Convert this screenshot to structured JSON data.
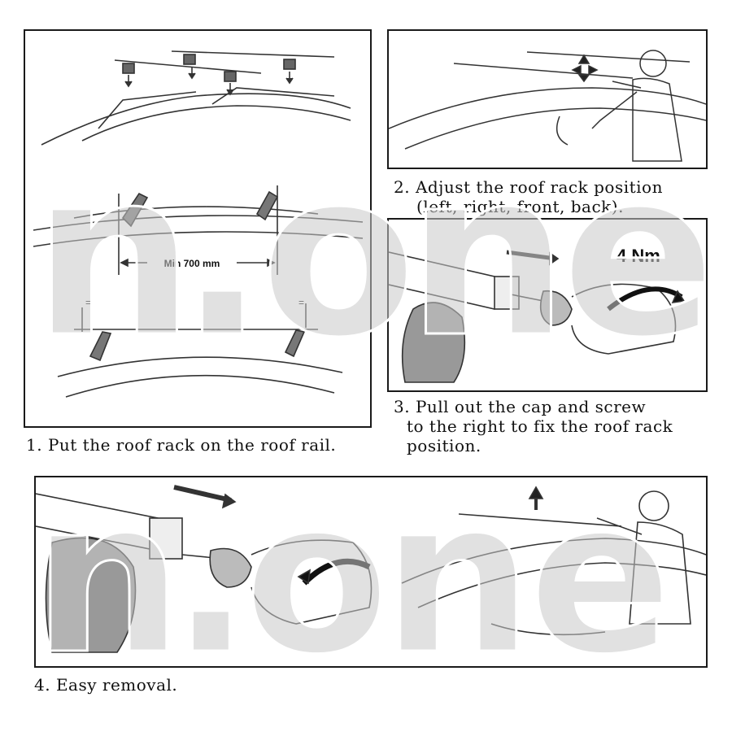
{
  "steps": [
    {
      "lines": [
        "1. Put the roof rack on the roof rail."
      ]
    },
    {
      "lines": [
        "2. Adjust the roof rack position",
        "(left, right, front, back)."
      ]
    },
    {
      "lines": [
        "3. Pull out the cap and screw",
        "to the right to fix the roof rack",
        "position."
      ]
    },
    {
      "lines": [
        "4. Easy removal."
      ]
    }
  ],
  "diagram_labels": {
    "min_distance": "Min 700 mm",
    "torque": "4 Nm",
    "equal_mark": "="
  },
  "watermark": {
    "text": "n.one"
  },
  "colors": {
    "border": "#1a1a1a",
    "line_art": "#333333",
    "watermark": "#c9c9c9"
  }
}
